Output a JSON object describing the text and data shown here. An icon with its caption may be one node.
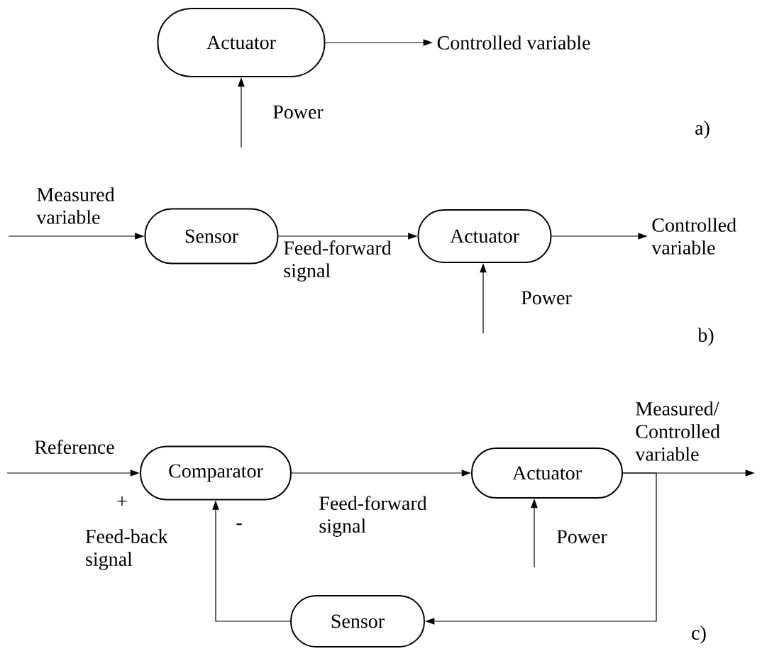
{
  "diagram": {
    "nodes": [
      {
        "text": [
          "Actuator"
        ]
      },
      {
        "text": [
          "Controlled variable"
        ]
      },
      {
        "text": [
          "Sensor"
        ]
      },
      {
        "text": [
          "Actuator"
        ]
      },
      {
        "text": [
          "Controlled variable"
        ]
      },
      {
        "text": [
          "Comparator"
        ]
      },
      {
        "text": [
          "Actuator"
        ]
      },
      {
        "text": [
          "Sensor"
        ]
      }
    ],
    "edges": [
      {
        "from": null,
        "to": 0,
        "arrow": "to",
        "label": "Power"
      },
      {
        "from": 0,
        "to": 1,
        "arrow": "to"
      },
      {
        "from": null,
        "to": 2,
        "arrow": "to",
        "label": "Measured variable"
      },
      {
        "from": 2,
        "to": 3,
        "arrow": "to",
        "label": "Feed-forward signal"
      },
      {
        "from": 3,
        "to": 4,
        "arrow": "to"
      },
      {
        "from": null,
        "to": 3,
        "arrow": "to",
        "label": "Power"
      },
      {
        "from": null,
        "to": 5,
        "arrow": "to",
        "label": "Reference"
      },
      {
        "from": 5,
        "to": 6,
        "arrow": "to",
        "label": "Feed-forward signal"
      },
      {
        "from": null,
        "to": 6,
        "arrow": "to",
        "label": "Power"
      },
      {
        "from": 6,
        "to": null,
        "arrow": "to",
        "label": "Measured/ Controlled variable"
      },
      {
        "from": 6,
        "to": 7,
        "arrow": "to"
      },
      {
        "from": 7,
        "to": 5,
        "arrow": "to",
        "label": "Feed-back signal"
      }
    ],
    "labels": [
      "a)",
      "b)",
      "+",
      "-",
      "c)"
    ]
  }
}
